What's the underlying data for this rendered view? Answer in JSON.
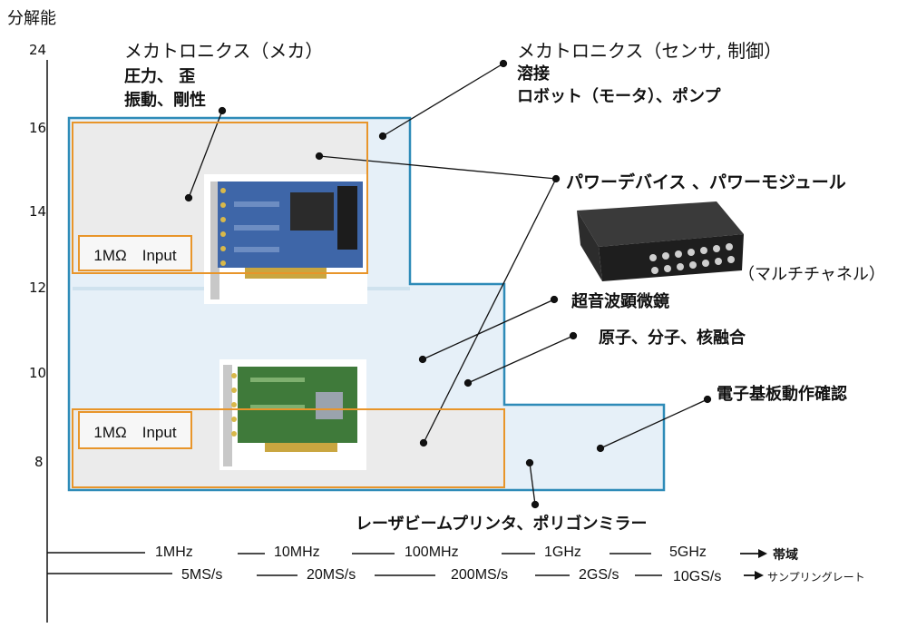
{
  "y_axis": {
    "label": "分解能",
    "ticks": [
      "24",
      "16",
      "14",
      "12",
      "10",
      "8"
    ]
  },
  "inputs": {
    "upper": "1MΩ　Input",
    "lower": "1MΩ　Input"
  },
  "labels": {
    "mecha_title": "メカトロニクス（メカ）",
    "mecha_l1": "圧力、 歪",
    "mecha_l2": "振動、剛性",
    "sensor_title": "メカトロニクス（センサ, 制御）",
    "sensor_l1": "溶接",
    "sensor_l2": "ロボット（モータ）、ポンプ",
    "power": "パワーデバイス 、パワーモジュール",
    "multi": "（マルチチャネル）",
    "ultrasound": "超音波顕微鏡",
    "atom": "原子、分子、核融合",
    "pcb": "電子基板動作確認",
    "laser": "レーザビームプリンタ、ポリゴンミラー"
  },
  "x_axis": {
    "bandwidth": [
      "1MHz",
      "10MHz",
      "100MHz",
      "1GHz",
      "5GHz"
    ],
    "bandwidth_label": "帯域",
    "sampling": [
      "5MS/s",
      "20MS/s",
      "200MS/s",
      "2GS/s",
      "10GS/s"
    ],
    "sampling_label": "サンプリングレート"
  },
  "colors": {
    "region_fill": "#e6f0f8",
    "region_stroke": "#2e8bb8",
    "orange": "#e8952a",
    "gray": "#ebebeb"
  }
}
